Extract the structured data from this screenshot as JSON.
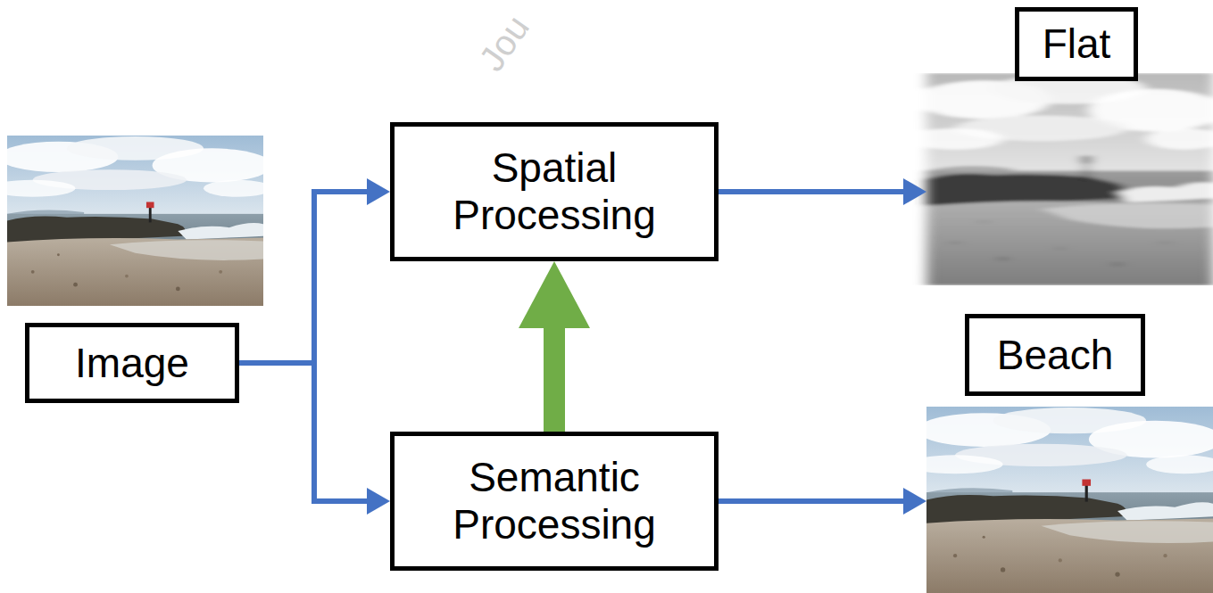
{
  "diagram": {
    "nodes": [
      {
        "text": [
          "Image"
        ]
      },
      {
        "text": [
          "Spatial Processing"
        ]
      },
      {
        "text": [
          "Semantic Processing"
        ]
      },
      {
        "text": [
          "Flat"
        ]
      },
      {
        "text": [
          "Beach"
        ]
      }
    ],
    "edges": [
      {
        "from": 0,
        "to": 1,
        "arrow": "to"
      },
      {
        "from": 0,
        "to": 2,
        "arrow": "to"
      },
      {
        "from": 2,
        "to": 1,
        "arrow": "to"
      },
      {
        "from": 1,
        "to": 3,
        "arrow": "to"
      },
      {
        "from": 2,
        "to": 4,
        "arrow": "to"
      }
    ],
    "labels": [
      "Jou"
    ]
  }
}
